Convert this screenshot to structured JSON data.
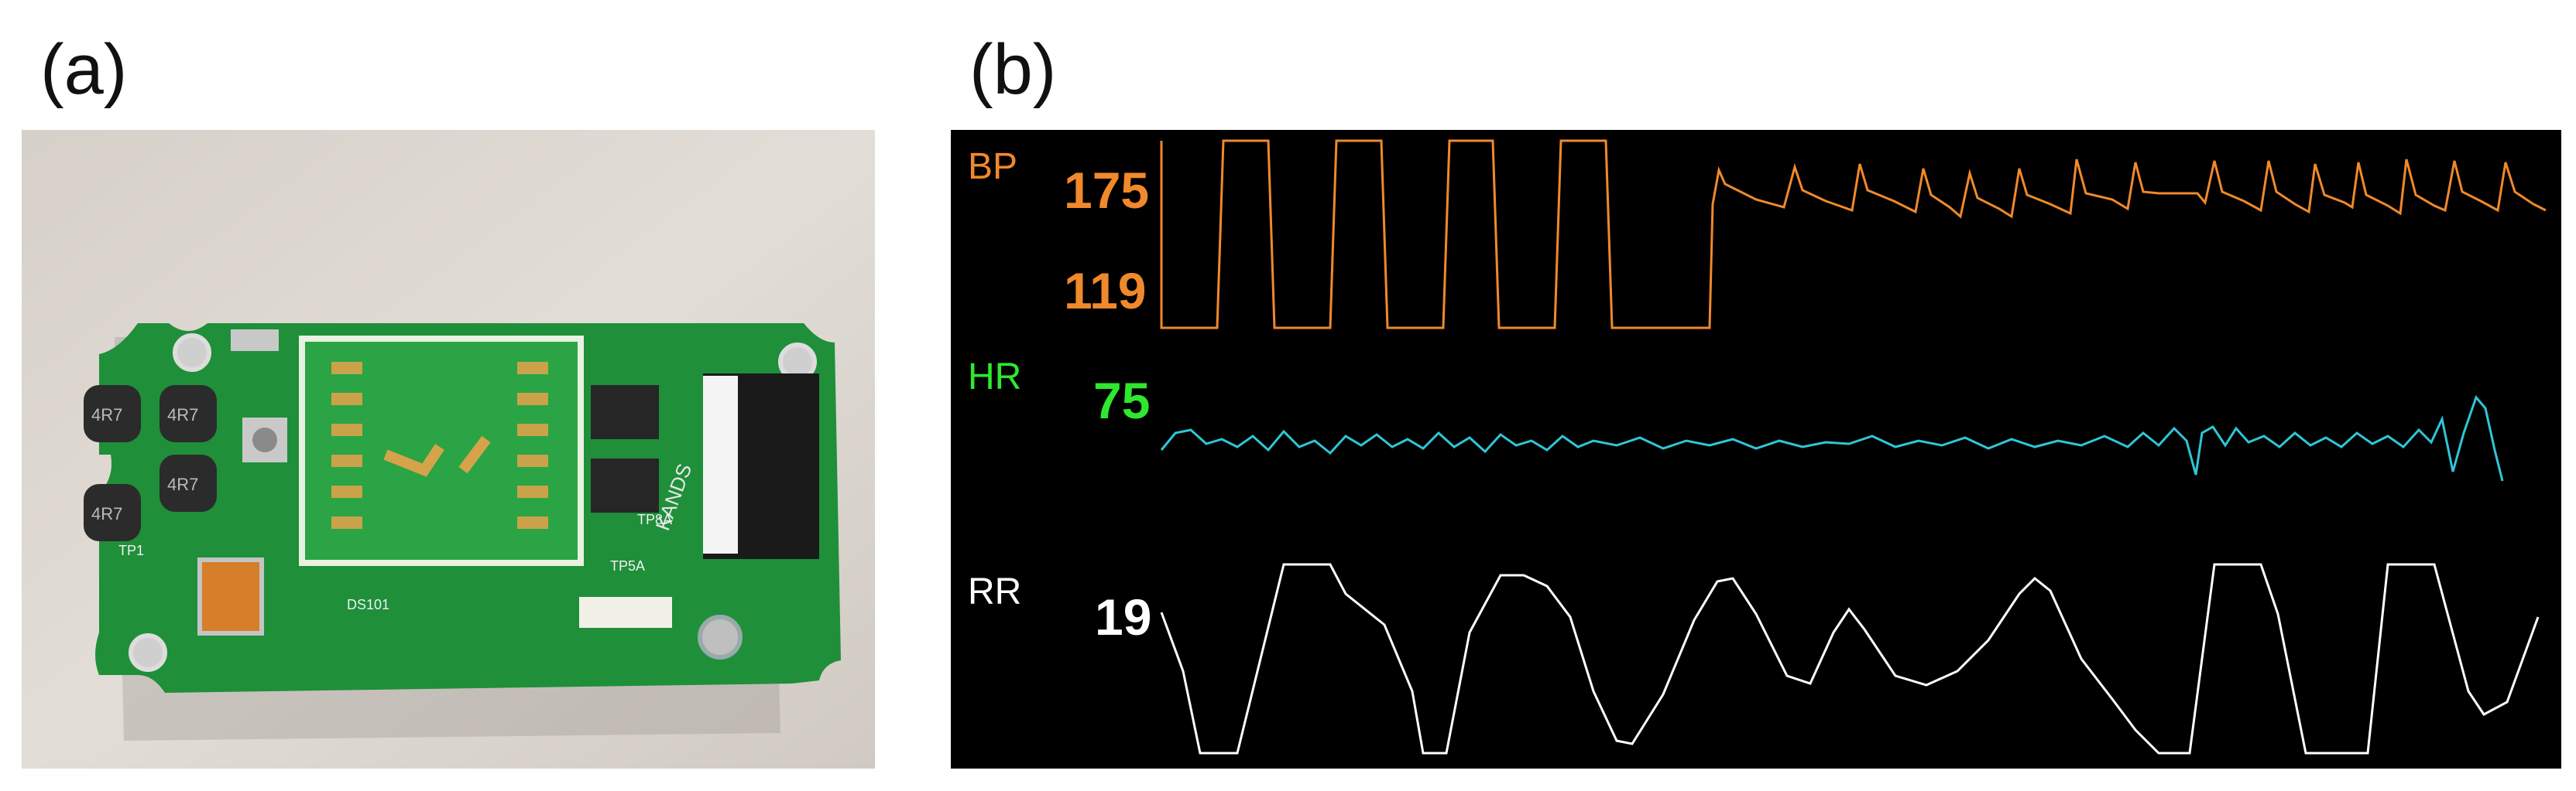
{
  "panels": {
    "a": {
      "label": "(a)"
    },
    "b": {
      "label": "(b)"
    }
  },
  "monitor": {
    "background": "#000000",
    "channels": [
      {
        "id": "bp",
        "name": "BP",
        "values": [
          "175",
          "119"
        ],
        "color": "#f0892b"
      },
      {
        "id": "hr",
        "name": "HR",
        "values": [
          "75"
        ],
        "color": "#2ee82e",
        "wave_color": "#2fc6d6"
      },
      {
        "id": "rr",
        "name": "RR",
        "values": [
          "19"
        ],
        "color": "#ffffff"
      }
    ]
  },
  "pcb": {
    "silkscreen": {
      "inductor_1": "4R7",
      "inductor_2": "4R7",
      "inductor_3": "4R7",
      "inductor_4": "4R7",
      "brand": "KANDS",
      "ref_ds": "DS101",
      "ref_tp1": "TP1",
      "ref_tp5a": "TP5A",
      "ref_tp8a": "TP8A"
    }
  }
}
